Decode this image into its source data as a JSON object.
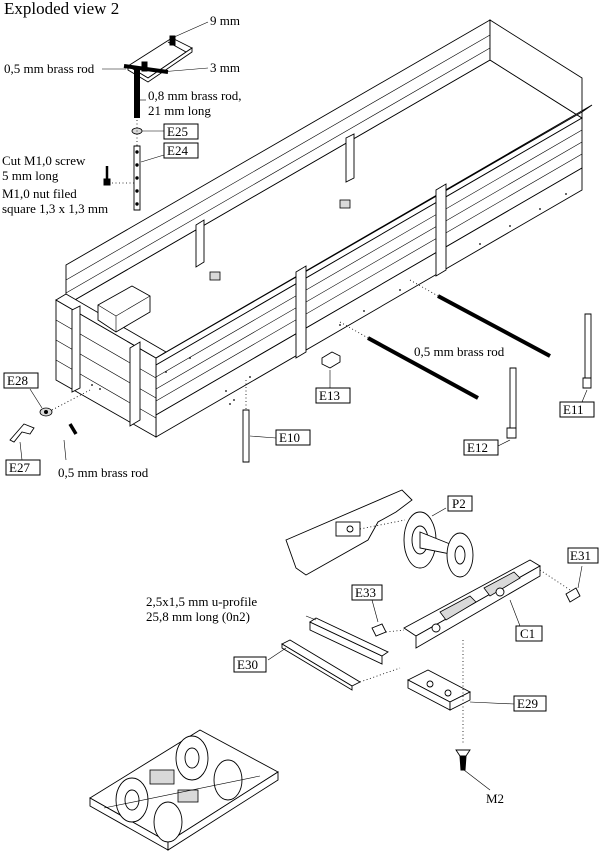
{
  "title": "Exploded view 2",
  "notes": {
    "dim_9mm": "9 mm",
    "dim_3mm": "3 mm",
    "rod_05_top": "0,5 mm brass rod",
    "rod_08_line1": "0,8 mm brass rod,",
    "rod_08_line2": "21 mm long",
    "screw_line1": "Cut M1,0 screw",
    "screw_line2": "5 mm long",
    "nut_line1": "M1,0 nut filed",
    "nut_line2": "square 1,3 x 1,3 mm",
    "rod_05_right": "0,5 mm brass rod",
    "rod_05_left": "0,5 mm brass rod",
    "uprofile_line1": "2,5x1,5 mm u-profile",
    "uprofile_line2": "25,8 mm long (0n2)",
    "m2": "M2"
  },
  "parts": {
    "e25": "E25",
    "e24": "E24",
    "e28": "E28",
    "e27": "E27",
    "e13": "E13",
    "e10": "E10",
    "e11": "E11",
    "e12": "E12",
    "p2": "P2",
    "e31": "E31",
    "e33": "E33",
    "c1": "C1",
    "e30": "E30",
    "e29": "E29"
  }
}
